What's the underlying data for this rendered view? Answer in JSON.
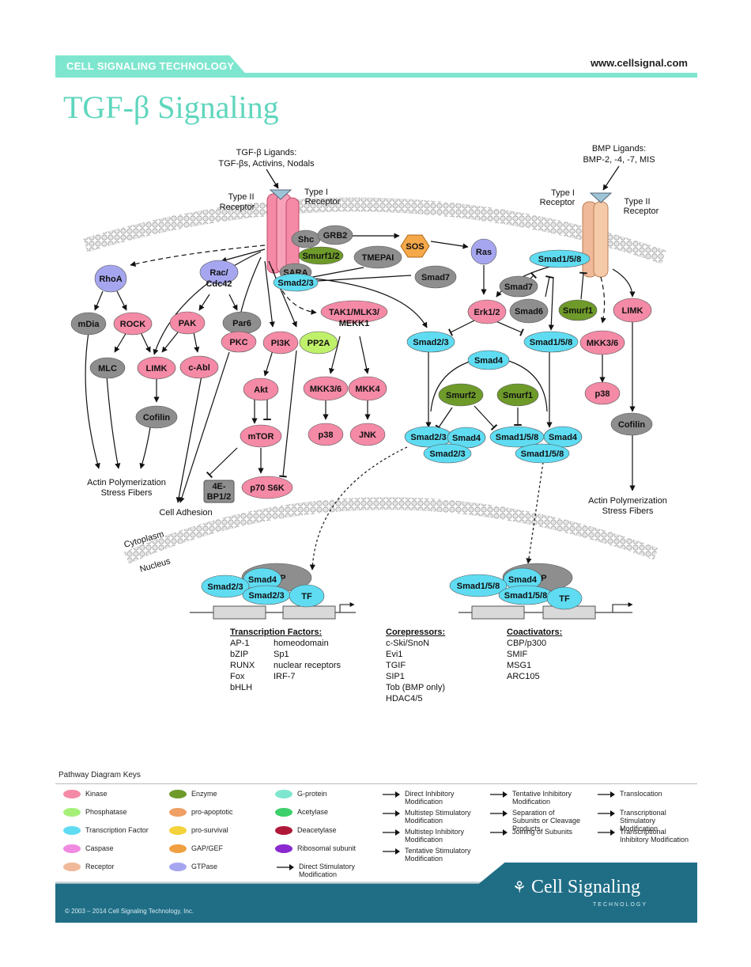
{
  "header": {
    "brand": "CELL SIGNALING TECHNOLOGY",
    "site": "www.cellsignal.com",
    "title": "TGF-β Signaling"
  },
  "labels": {
    "tgf_ligands_1": "TGF-β Ligands:",
    "tgf_ligands_2": "TGF-βs, Activins, Nodals",
    "bmp_ligands_1": "BMP Ligands:",
    "bmp_ligands_2": "BMP-2, -4, -7, MIS",
    "type2_left_1": "Type II",
    "type2_left_2": "Receptor",
    "type1_left_1": "Type I",
    "type1_left_2": "Receptor",
    "type1_right_1": "Type I",
    "type1_right_2": "Receptor",
    "type2_right_1": "Type II",
    "type2_right_2": "Receptor",
    "actin_left_1": "Actin Polymerization",
    "actin_left_2": "Stress Fibers",
    "actin_right_1": "Actin Polymerization",
    "actin_right_2": "Stress Fibers",
    "cell_adhesion": "Cell Adhesion",
    "cytoplasm": "Cytoplasm",
    "nucleus": "Nucleus"
  },
  "nodes": {
    "rhoa": "RhoA",
    "rac1": "Rac/",
    "rac2": "Cdc42",
    "mdia": "mDia",
    "rock": "ROCK",
    "pak": "PAK",
    "par6": "Par6",
    "mlc": "MLC",
    "limk_l": "LIMK",
    "cabl": "c-Abl",
    "pkc": "PKC",
    "pi3k": "PI3K",
    "pp2a": "PP2A",
    "cofilin_l": "Cofilin",
    "akt": "Akt",
    "mtor": "mTOR",
    "ebp1": "4E-",
    "ebp2": "BP1/2",
    "s6k": "p70 S6K",
    "shc": "Shc",
    "grb2": "GRB2",
    "smurf12": "Smurf1/2",
    "sara": "SARA",
    "smad23_r": "Smad2/3",
    "tmepai": "TMEPAI",
    "sos": "SOS",
    "ras": "Ras",
    "smad7_a": "Smad7",
    "tak1": "TAK1/MLK3/",
    "tak2": "MEKK1",
    "mkk36_l": "MKK3/6",
    "mkk4": "MKK4",
    "p38_l": "p38",
    "jnk": "JNK",
    "erk": "Erk1/2",
    "smad23_m": "Smad2/3",
    "smad158_m": "Smad1/5/8",
    "smad4_m": "Smad4",
    "smurf2": "Smurf2",
    "smurf1_m": "Smurf1",
    "cx_smad23_a": "Smad2/3",
    "cx_smad4_a": "Smad4",
    "cx_smad23_b": "Smad2/3",
    "cx_smad158_a": "Smad1/5/8",
    "cx_smad4_b": "Smad4",
    "cx_smad158_b": "Smad1/5/8",
    "smad158_r": "Smad1/5/8",
    "smad7_b": "Smad7",
    "smad6": "Smad6",
    "smurf1_r": "Smurf1",
    "limk_r": "LIMK",
    "mkk36_r": "MKK3/6",
    "p38_r": "p38",
    "cofilin_r": "Cofilin",
    "nl_smad23_a": "Smad2/3",
    "nl_smad4": "Smad4",
    "nl_cbp": "CBP",
    "nl_smad23_b": "Smad2/3",
    "nl_tf": "TF",
    "nr_smad158_a": "Smad1/5/8",
    "nr_smad4": "Smad4",
    "nr_cbp": "CBP",
    "nr_smad158_b": "Smad1/5/8",
    "nr_tf": "TF"
  },
  "lists": {
    "tf_title": "Transcription Factors:",
    "tf_col1": [
      "AP-1",
      "bZIP",
      "RUNX",
      "Fox",
      "bHLH"
    ],
    "tf_col2": [
      "homeodomain",
      "Sp1",
      "nuclear receptors",
      "IRF-7"
    ],
    "corep_title": "Corepressors:",
    "corep": [
      "c-Ski/SnoN",
      "Evi1",
      "TGIF",
      "SIP1",
      "Tob (BMP only)",
      "HDAC4/5"
    ],
    "coact_title": "Coactivators:",
    "coact": [
      "CBP/p300",
      "SMIF",
      "MSG1",
      "ARC105"
    ]
  },
  "keys": {
    "title": "Pathway Diagram Keys",
    "col1": [
      {
        "label": "Kinase",
        "color": "#f48aa6"
      },
      {
        "label": "Phosphatase",
        "color": "#a6f07a"
      },
      {
        "label": "Transcription Factor",
        "color": "#5fdcf2"
      },
      {
        "label": "Caspase",
        "color": "#f08ae0"
      },
      {
        "label": "Receptor",
        "color": "#f0b99a"
      }
    ],
    "col2": [
      {
        "label": "Enzyme",
        "color": "#6e9a2a"
      },
      {
        "label": "pro-apoptotic",
        "color": "#f0a064"
      },
      {
        "label": "pro-survival",
        "color": "#f4d23a"
      },
      {
        "label": "GAP/GEF",
        "color": "#f0a040"
      },
      {
        "label": "GTPase",
        "color": "#a6a6f0"
      }
    ],
    "col3": [
      {
        "label": "G-protein",
        "color": "#7ee6cf"
      },
      {
        "label": "Acetylase",
        "color": "#3ccf6a"
      },
      {
        "label": "Deacetylase",
        "color": "#b01838"
      },
      {
        "label": "Ribosomal subunit",
        "color": "#8a2ad0"
      },
      {
        "label": "Direct Stimulatory Modification",
        "color": ""
      }
    ],
    "col4": [
      "Direct Inhibitory Modification",
      "Multistep Stimulatory Modification",
      "Multistep Inhibitory Modification",
      "Tentative Stimulatory Modification"
    ],
    "col5": [
      "Tentative Inhibitory Modification",
      "Separation of Subunits or Cleavage Products",
      "Joining of Subunits"
    ],
    "col6": [
      "Translocation",
      "Transcriptional Stimulatory Modification",
      "Transcriptional Inhibitory Modification"
    ]
  },
  "footer": {
    "copyright": "© 2003 – 2014 Cell Signaling Technology, Inc.",
    "logo": "Cell Signaling",
    "logo_sub": "TECHNOLOGY"
  }
}
